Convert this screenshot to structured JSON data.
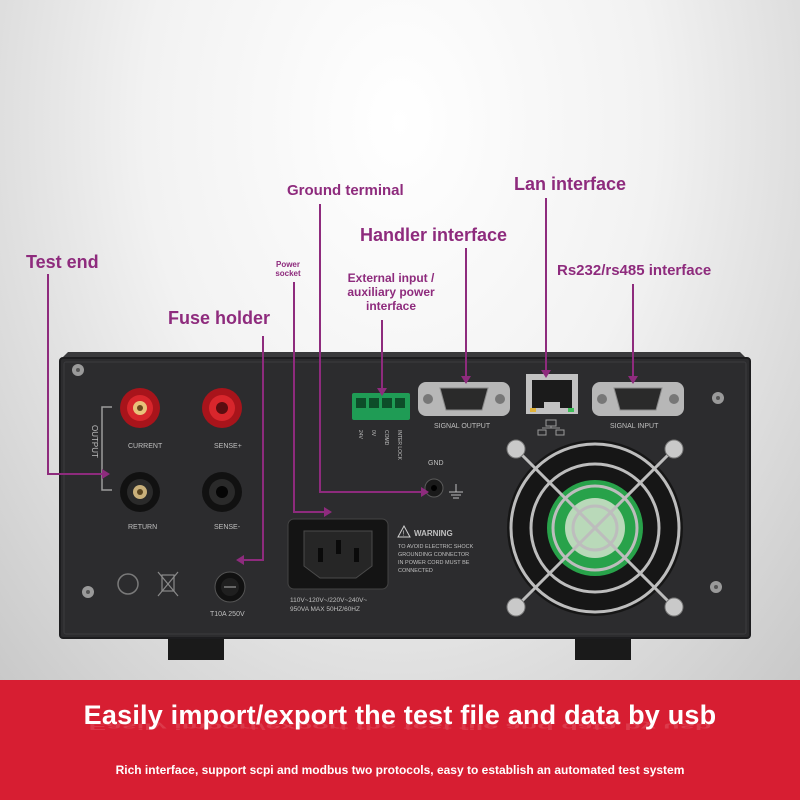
{
  "callouts": {
    "ground_terminal": "Ground terminal",
    "lan_interface": "Lan interface",
    "handler_interface": "Handler interface",
    "test_end": "Test end",
    "power_socket": "Power socket",
    "external_input": "External input / auxiliary power interface",
    "rs232_rs485": "Rs232/rs485 interface",
    "fuse_holder": "Fuse holder"
  },
  "panel_labels": {
    "output": "OUTPUT",
    "current": "CURRENT",
    "sense_plus": "SENSE+",
    "return": "RETURN",
    "sense_minus": "SENSE-",
    "fuse_rating": "T10A 250V",
    "signal_output": "SIGNAL OUTPUT",
    "signal_input": "SIGNAL INPUT",
    "gnd": "GND",
    "warning_title": "WARNING",
    "warning_text": [
      "TO AVOID ELECTRIC SHOCK",
      "GROUNDING CONNECTOR",
      "IN POWER CORD MUST BE",
      "CONNECTED"
    ],
    "power_rating": [
      "110V~120V~/220V~240V~",
      "950VA MAX 50HZ/60HZ"
    ],
    "terminal_pins": [
      "24V",
      "0V",
      "COMD",
      "INTER LOCK"
    ]
  },
  "banner": {
    "headline": "Easily import/export the test file and data by usb",
    "subline": "Rich interface, support scpi and modbus two protocols, easy to establish an automated test system"
  },
  "colors": {
    "callout": "#8e2b7d",
    "banner": "#d71e32",
    "panel": "#2c2c2e"
  }
}
